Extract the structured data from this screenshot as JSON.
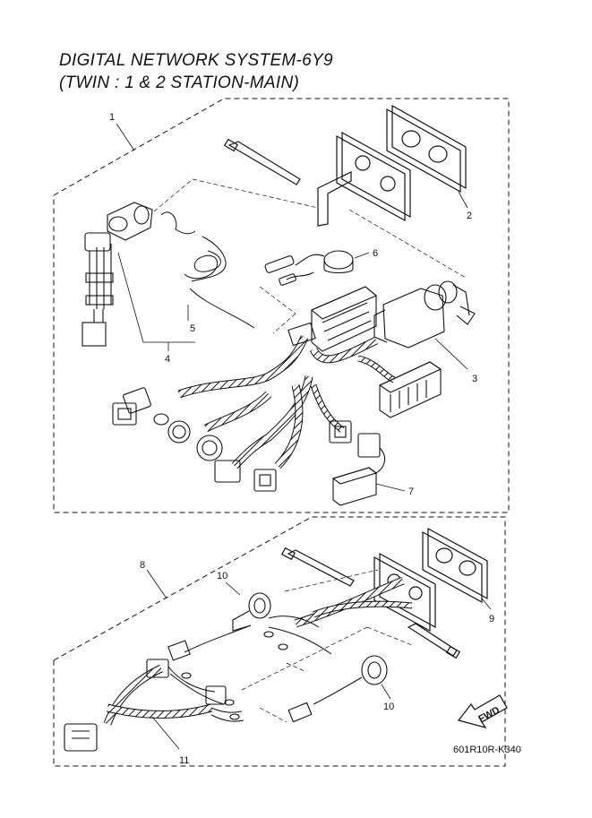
{
  "title": {
    "line1": "DIGITAL NETWORK SYSTEM-6Y9",
    "line2": "(TWIN : 1 & 2 STATION-MAIN)"
  },
  "callouts": {
    "c1": "1",
    "c2": "2",
    "c3": "3",
    "c4": "4",
    "c5": "5",
    "c6": "6",
    "c7": "7",
    "c8": "8",
    "c9": "9",
    "c10a": "10",
    "c10b": "10",
    "c11": "11"
  },
  "fwd_label": "FWD",
  "diagram_code": "601R10R-K340",
  "colors": {
    "ink": "#111111",
    "background": "#ffffff"
  }
}
